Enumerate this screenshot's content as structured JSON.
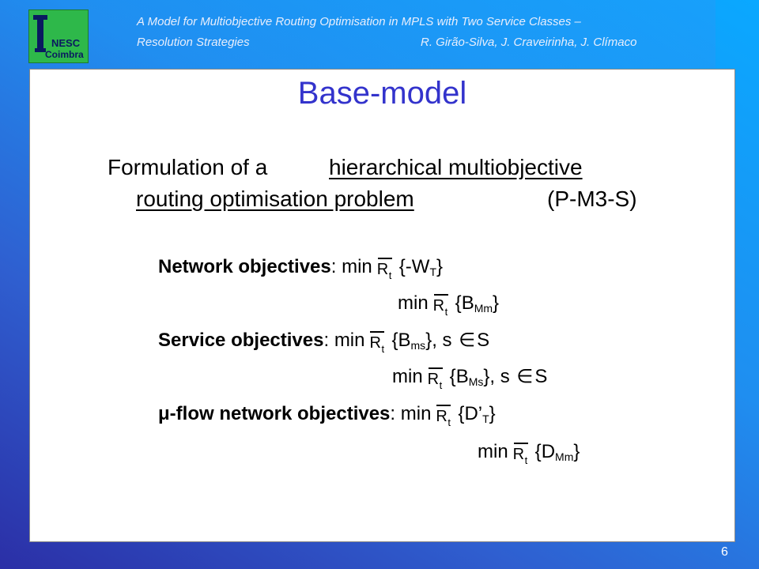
{
  "header": {
    "line1": "A Model for Multiobjective Routing Optimisation in MPLS with Two Service Classes –",
    "line2_left": "Resolution Strategies",
    "line2_right": "R. Girão-Silva, J. Craveirinha, J. Clímaco",
    "logo_nesc": "NESC",
    "logo_coimbra": "Coimbra"
  },
  "slide": {
    "title": "Base-model",
    "formulation": {
      "pre": "Formulation of a",
      "underlined_1": "hierarchical multiobjective",
      "underlined_2": "routing optimisation problem",
      "label": "(P-M3-S)"
    },
    "objectives": {
      "network_label": "Network objectives",
      "colon": ":",
      "min": "min",
      "R": "R",
      "t": "t",
      "net1_open": "{-W",
      "net1_sub": "T",
      "net1_close": "}",
      "net2_open": "{B",
      "net2_sub": "Mm",
      "net2_close": "}",
      "service_label": "Service objectives",
      "svc1_open": "{B",
      "svc1_sub": "ms",
      "svc1_close": "}, s",
      "svc2_open": "{B",
      "svc2_sub": "Ms",
      "svc2_close": "}, s",
      "elem": "∈",
      "S": "S",
      "muflow_label": "μ-flow network objectives",
      "mu1_open": "{D’",
      "mu1_sub": "T",
      "mu1_close": "}",
      "mu2_open": "{D",
      "mu2_sub": "Mm",
      "mu2_close": "}"
    }
  },
  "page_number": "6",
  "colors": {
    "title": "#3333cc",
    "logo_green": "#2eb84a",
    "background_start": "#2b2fa6",
    "background_end": "#0aa8ff"
  }
}
